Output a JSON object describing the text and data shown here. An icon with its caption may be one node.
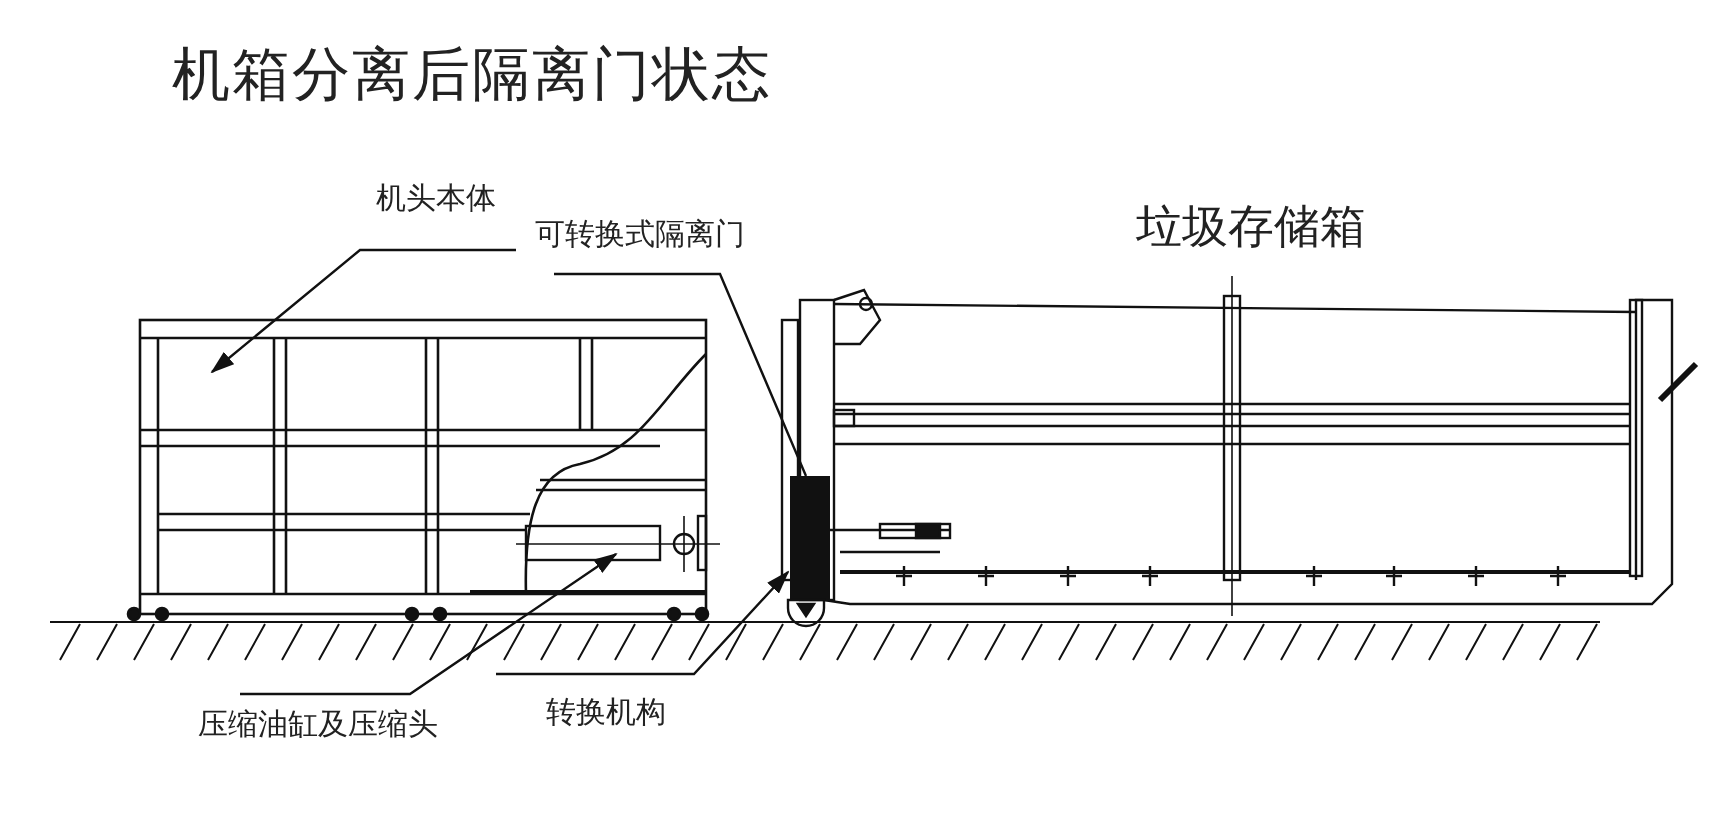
{
  "diagram": {
    "title": "机箱分离后隔离门状态",
    "nodes": [
      {
        "text": [
          "机头本体"
        ]
      },
      {
        "text": [
          "可转换式隔离门"
        ]
      },
      {
        "text": [
          "压缩油缸及压缩头"
        ]
      },
      {
        "text": [
          "转换机构"
        ]
      },
      {
        "text": [],
        "shape": "picture"
      },
      {
        "text": [],
        "shape": "picture"
      },
      {
        "text": [],
        "shape": "picture"
      },
      {
        "text": [],
        "shape": "picture"
      }
    ],
    "edges": [
      {
        "from": 0,
        "to": 4,
        "arrow": "to"
      },
      {
        "from": 1,
        "to": 5,
        "arrow": "none"
      },
      {
        "from": 2,
        "to": 6,
        "arrow": "to"
      },
      {
        "from": 3,
        "to": 7,
        "arrow": "to"
      }
    ],
    "labels": [
      "垃圾存储箱"
    ]
  }
}
